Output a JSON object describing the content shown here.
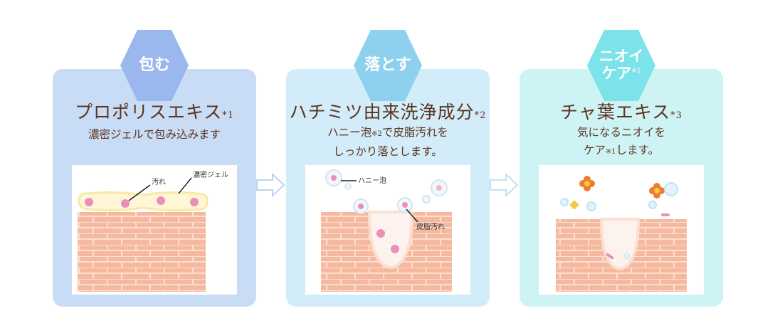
{
  "steps": [
    {
      "badge": "包む",
      "title": "プロポリスエキス",
      "title_note": "*1",
      "desc_lines": [
        "濃密ジェルで包み込みます"
      ],
      "labels": [
        "汚れ",
        "濃密ジェル"
      ]
    },
    {
      "badge": "落とす",
      "title": "ハチミツ由来洗浄成分",
      "title_note": "*2",
      "desc_line1_a": "ハニー泡",
      "desc_line1_note": "※2",
      "desc_line1_b": "で皮脂汚れを",
      "desc_line2": "しっかり落とします。",
      "labels": [
        "ハニー泡",
        "皮脂汚れ"
      ]
    },
    {
      "badge_line1": "ニオイ",
      "badge_line2": "ケア",
      "badge_note": "※1",
      "title": "チャ葉エキス",
      "title_note": "*3",
      "desc_line1": "気になるニオイを",
      "desc_line2_a": "ケア",
      "desc_line2_note": "※1",
      "desc_line2_b": "します。"
    }
  ],
  "colors": {
    "card1": "#c9dcf6",
    "card2": "#d2ecf9",
    "card3": "#cdf3f4",
    "badge1": "#9ab8ee",
    "badge2": "#8dd1ef",
    "badge3": "#7ce3eb",
    "text": "#5a3520",
    "skin": "#f6b9a0",
    "skin_line": "#fbe0d2"
  },
  "icons": [
    "arrow-right-icon",
    "flower-icon",
    "bubble-icon"
  ]
}
